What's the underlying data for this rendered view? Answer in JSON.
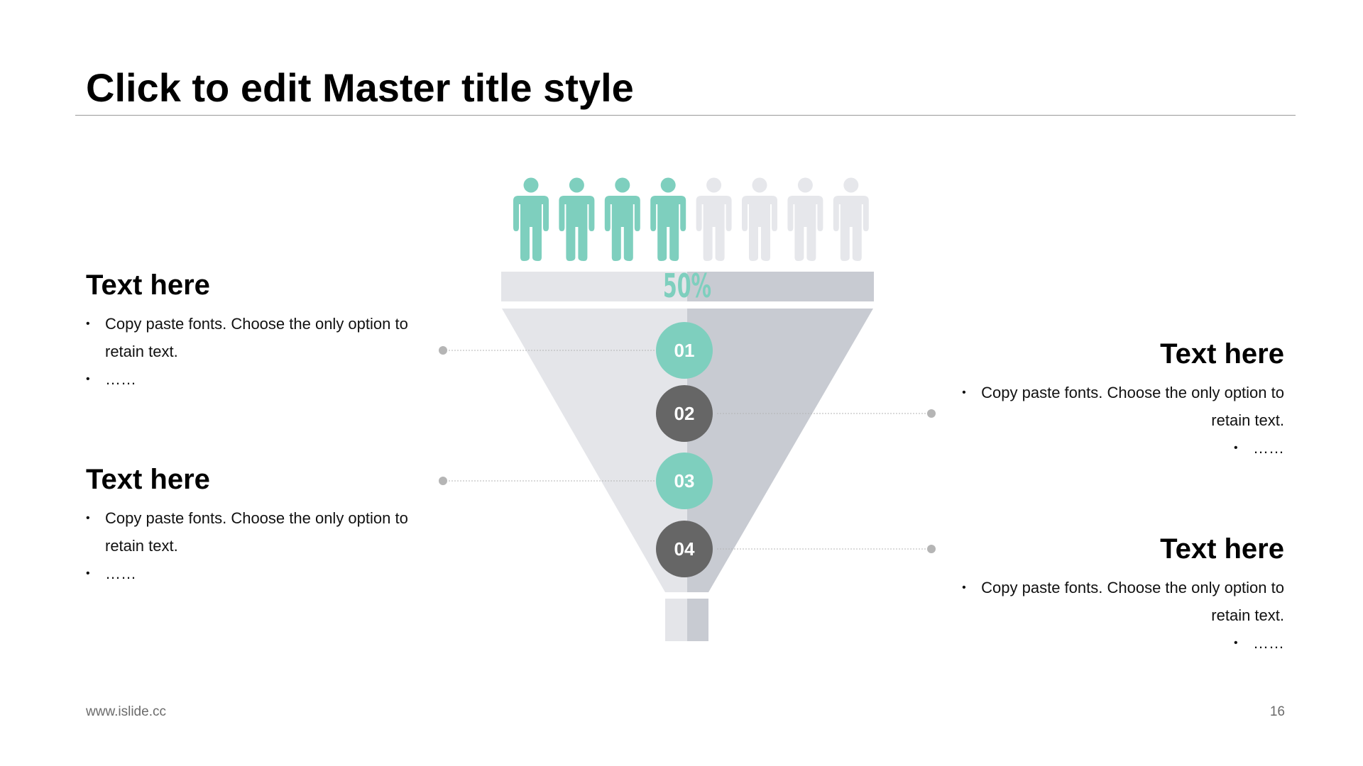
{
  "slide": {
    "title": "Click to edit Master title style",
    "footer_url": "www.islide.cc",
    "page_number": "16"
  },
  "colors": {
    "accent": "#7ecfbe",
    "inactive_person": "#e6e7eb",
    "funnel_light": "#e4e5e9",
    "funnel_dark": "#c8cbd2",
    "dark_circle": "#666666",
    "connector": "#b5b5b5"
  },
  "people": {
    "total": 8,
    "highlighted": 4
  },
  "percent": {
    "label": "50%",
    "value": 50
  },
  "steps": [
    {
      "number": "01",
      "style": "accent"
    },
    {
      "number": "02",
      "style": "dark"
    },
    {
      "number": "03",
      "style": "accent"
    },
    {
      "number": "04",
      "style": "dark"
    }
  ],
  "blocks": {
    "left_top": {
      "heading": "Text here",
      "bullet1": "Copy paste fonts. Choose the only option to retain text.",
      "bullet2": "……"
    },
    "left_bottom": {
      "heading": "Text here",
      "bullet1": "Copy paste fonts. Choose the only option to retain text.",
      "bullet2": "……"
    },
    "right_top": {
      "heading": "Text here",
      "bullet1_line1": "Copy paste fonts. Choose the only option to",
      "bullet1_line2": "retain text.",
      "bullet2": "……"
    },
    "right_bottom": {
      "heading": "Text here",
      "bullet1_line1": "Copy paste fonts. Choose the only option to",
      "bullet1_line2": "retain text.",
      "bullet2": "……"
    }
  }
}
